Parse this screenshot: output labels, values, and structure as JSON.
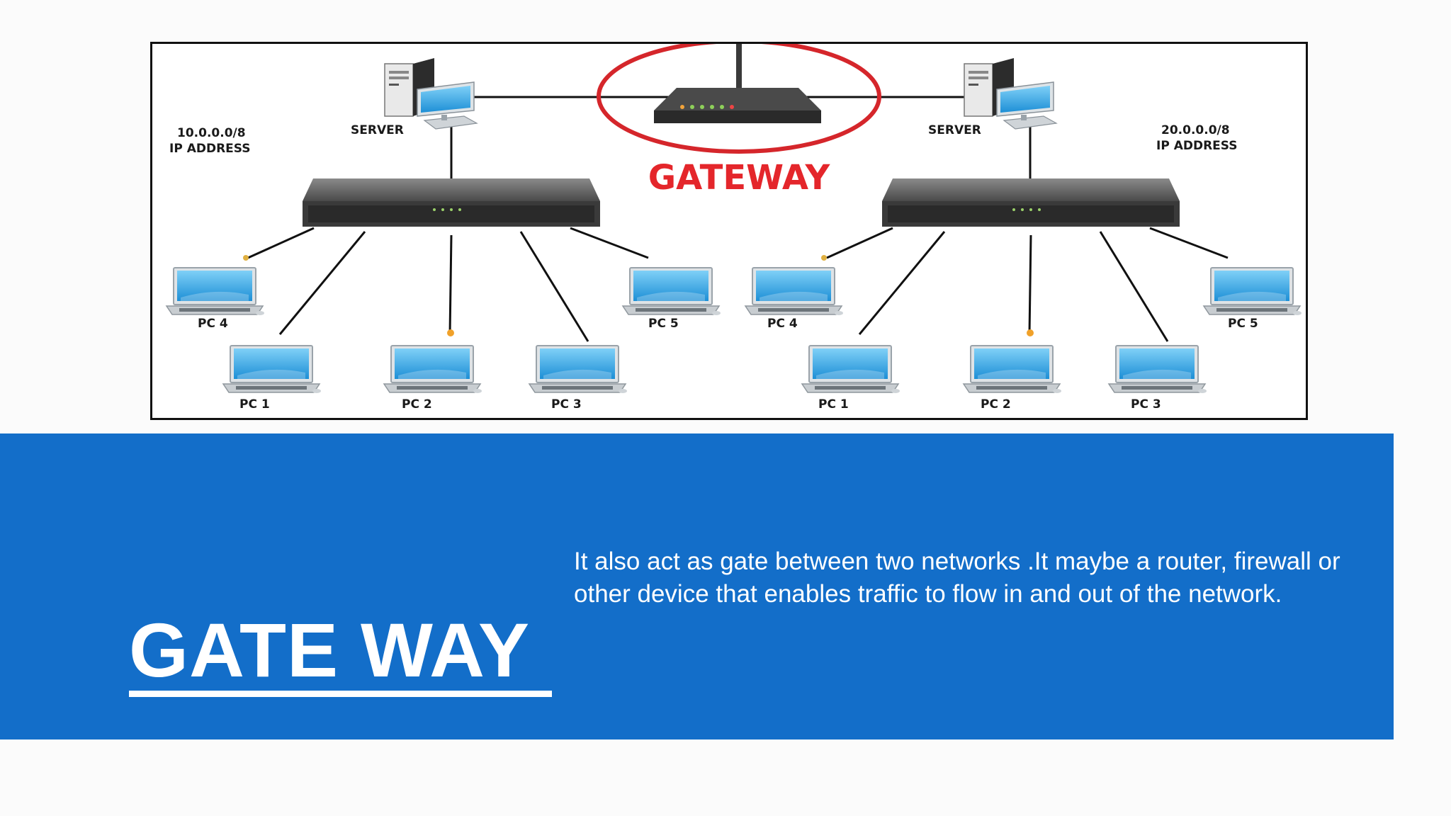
{
  "diagram": {
    "center_label": "GATEWAY",
    "left_network": {
      "address": "10.0.0.0/8",
      "address_caption": "IP ADDRESS",
      "server_label": "SERVER",
      "pcs": [
        "PC 4",
        "PC 1",
        "PC 2",
        "PC 3",
        "PC 5"
      ]
    },
    "right_network": {
      "address": "20.0.0.0/8",
      "address_caption": "IP ADDRESS",
      "server_label": "SERVER",
      "pcs": [
        "PC 4",
        "PC 1",
        "PC 2",
        "PC 3",
        "PC 5"
      ]
    },
    "colors": {
      "gateway_red": "#e4262b",
      "screen_blue": "#3fa6e6",
      "switch_gray": "#5a5a5a",
      "link": "#111111"
    }
  },
  "slide": {
    "title": "GATE WAY",
    "body": "It also act as gate between two networks .It maybe a router, firewall or other device that enables traffic to flow in and out of the network.",
    "band_color": "#136ec9"
  }
}
